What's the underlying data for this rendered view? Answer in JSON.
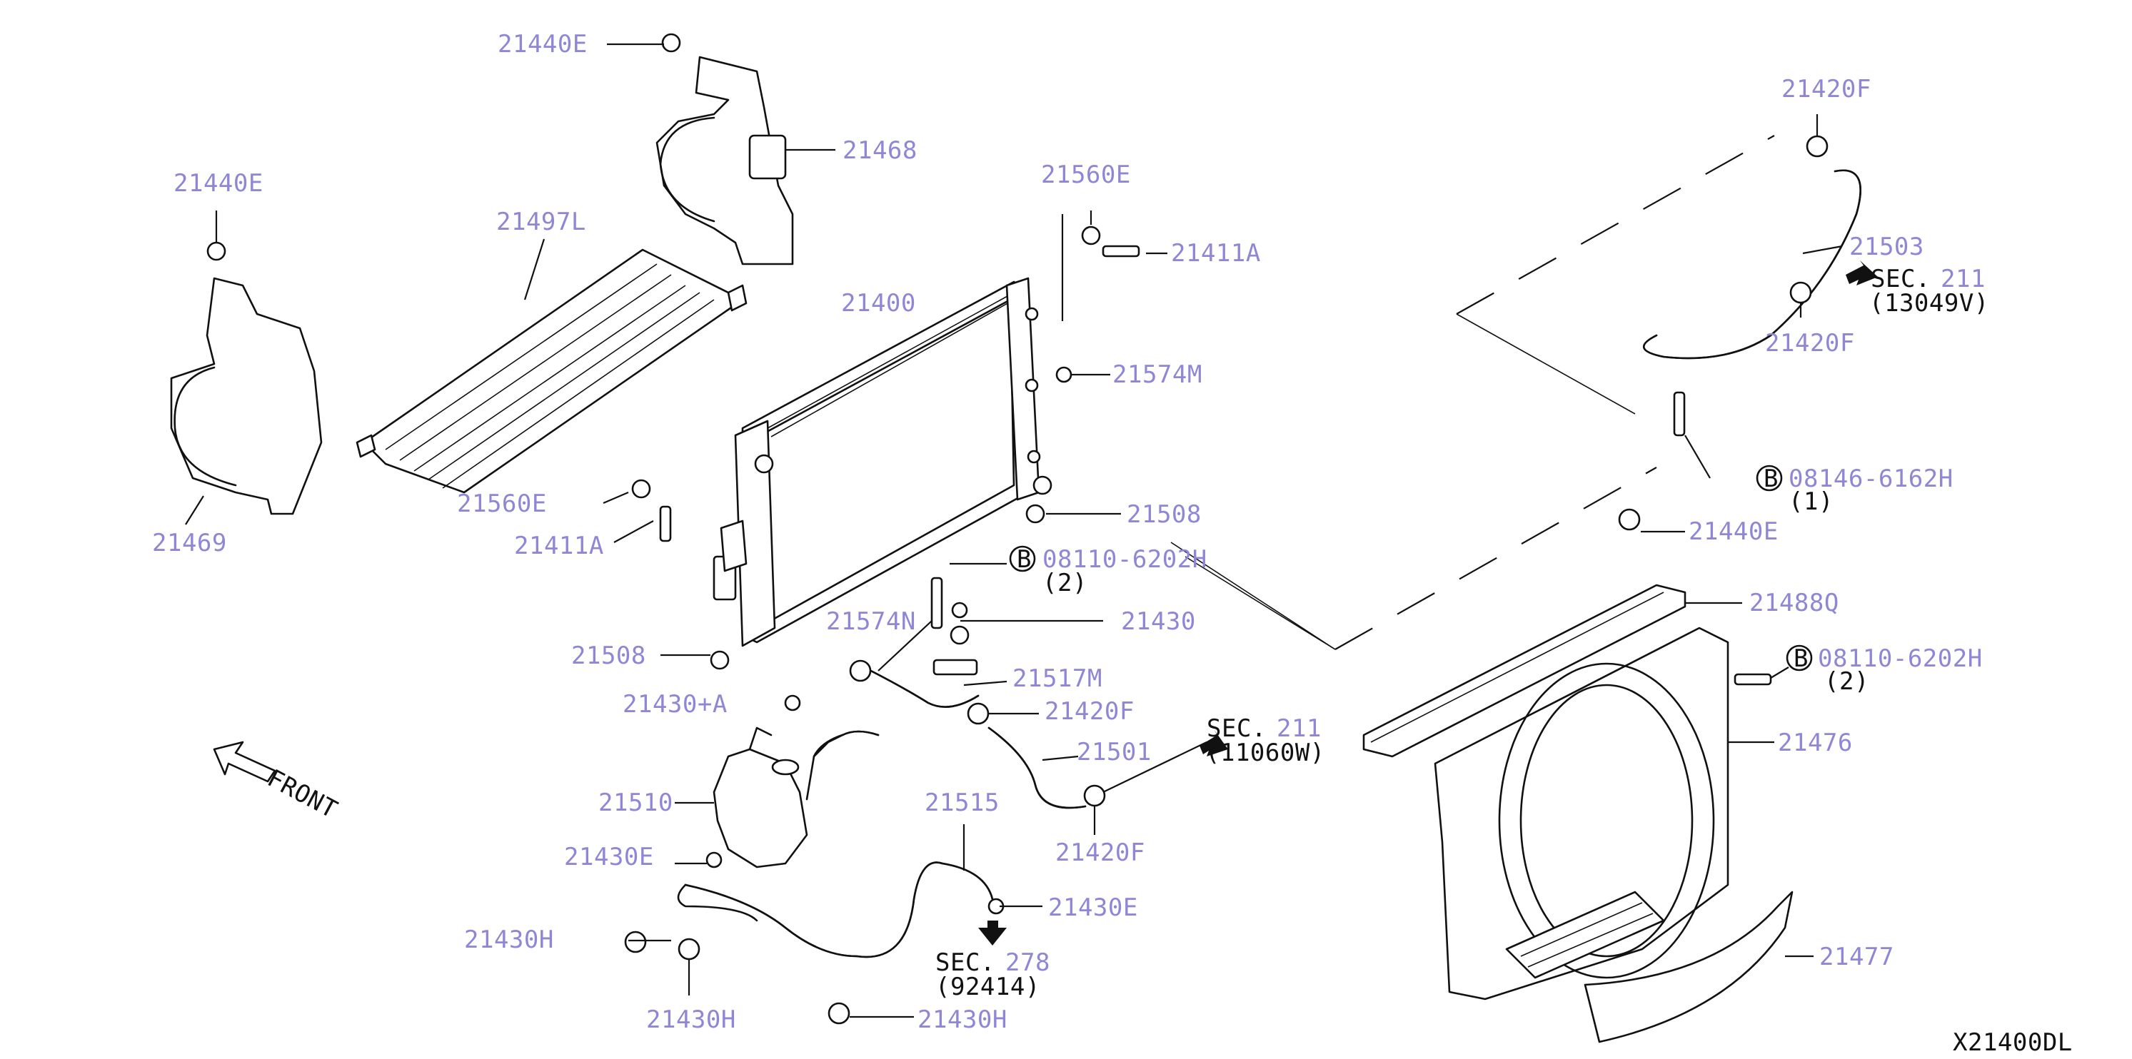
{
  "diagram_id": "X21400DL",
  "front_label": "FRONT",
  "sec_prefix": "SEC.",
  "sections": [
    {
      "num": "211",
      "code": "(13049V)"
    },
    {
      "num": "211",
      "code": "(11060W)"
    },
    {
      "num": "278",
      "code": "(92414)"
    }
  ],
  "bolt_marker": "B",
  "bolt_callouts": [
    {
      "part": "08146-6162H",
      "qty": "(1)"
    },
    {
      "part": "08110-6202H",
      "qty": "(2)"
    },
    {
      "part": "08110-6202H",
      "qty": "(2)"
    }
  ],
  "part_labels": {
    "p21440E_top": "21440E",
    "p21468": "21468",
    "p21440E_left": "21440E",
    "p21497L": "21497L",
    "p21469": "21469",
    "p21560E_top": "21560E",
    "p21411A_top": "21411A",
    "p21400": "21400",
    "p21574M": "21574M",
    "p21560E_left": "21560E",
    "p21411A_left": "21411A",
    "p21508_right": "21508",
    "p21508_left": "21508",
    "p21574N": "21574N",
    "p21430": "21430",
    "p21517M": "21517M",
    "p21430A": "21430+A",
    "p21420F_mid": "21420F",
    "p21501": "21501",
    "p21510": "21510",
    "p21515": "21515",
    "p21420F_bot": "21420F",
    "p21430E_left": "21430E",
    "p21430E_right": "21430E",
    "p21430H_left": "21430H",
    "p21430H_bot": "21430H",
    "p21430H_bot2": "21430H",
    "p21420F_tr": "21420F",
    "p21503": "21503",
    "p21420F_r": "21420F",
    "p21440E_r": "21440E",
    "p21488Q": "21488Q",
    "p21476": "21476",
    "p21477": "21477"
  }
}
